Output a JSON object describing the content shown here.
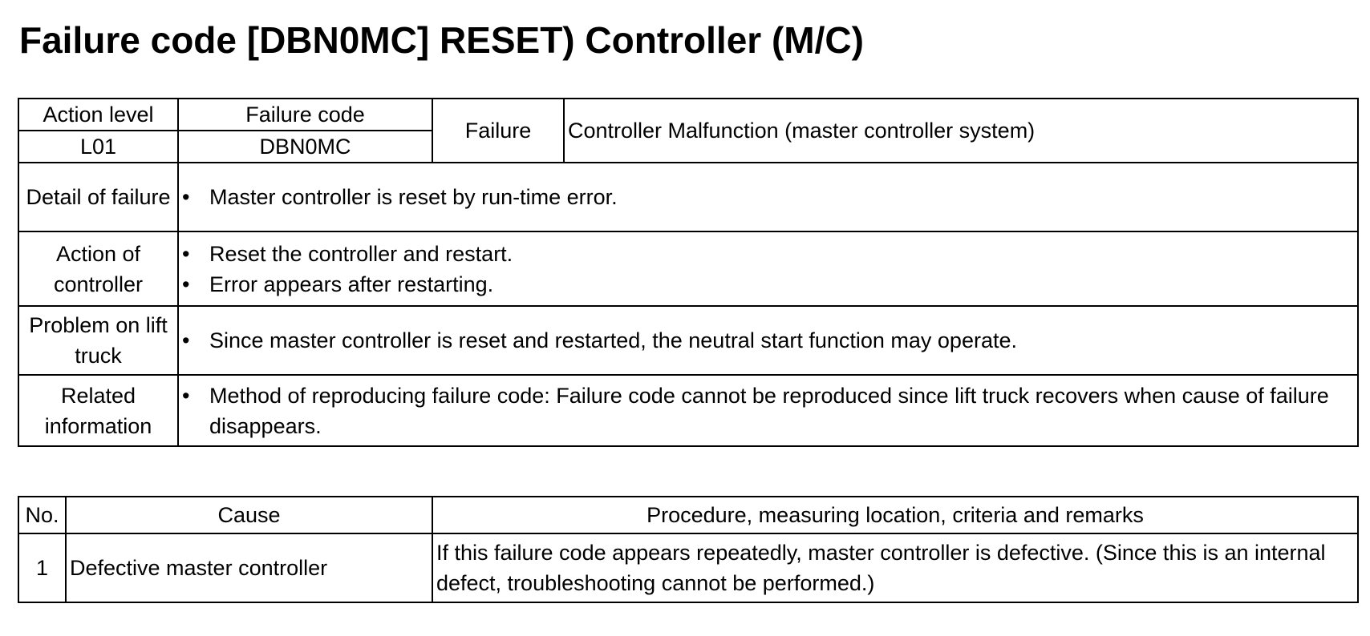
{
  "title": "Failure code [DBN0MC] RESET) Controller (M/C)",
  "summary": {
    "action_level_header": "Action level",
    "failure_code_header": "Failure code",
    "action_level_value": "L01",
    "failure_code_value": "DBN0MC",
    "failure_label": "Failure",
    "failure_description": "Controller Malfunction (master controller system)",
    "rows": [
      {
        "label": "Detail of failure",
        "items": [
          "Master controller is reset by run-time error."
        ]
      },
      {
        "label": "Action of controller",
        "items": [
          "Reset the controller and restart.",
          "Error appears after restarting."
        ]
      },
      {
        "label": "Problem on lift truck",
        "items": [
          "Since master controller is reset and restarted, the neutral start function may operate."
        ]
      },
      {
        "label": "Related information",
        "items": [
          "Method of reproducing failure code: Failure code cannot be reproduced since lift truck recovers when cause of failure disappears."
        ]
      }
    ]
  },
  "causes": {
    "headers": {
      "no": "No.",
      "cause": "Cause",
      "procedure": "Procedure, measuring location, criteria and remarks"
    },
    "rows": [
      {
        "no": "1",
        "cause": "Defective master controller",
        "procedure": "If this failure code appears repeatedly, master controller is defective. (Since this is an internal defect, troubleshooting cannot be performed.)"
      }
    ]
  }
}
